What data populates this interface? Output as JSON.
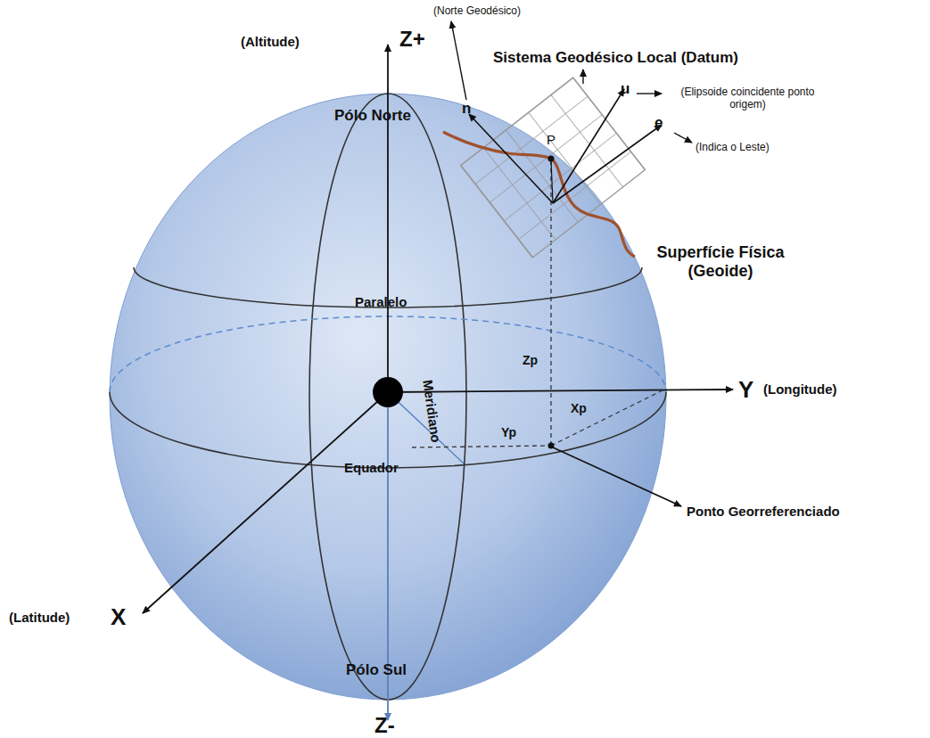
{
  "diagram": {
    "labels": [
      "(Norte Geodésico)",
      "(Altitude)",
      "Z+",
      "Sistema Geodésico Local (Datum)",
      "u",
      "(Elipsoide coincidente ponto origem)",
      "Pólo Norte",
      "n",
      "P",
      "e",
      "(Indica o Leste)",
      "Superfície Física (Geoide)",
      "Paralelo",
      "Meridiano",
      "Zp",
      "Y",
      "(Longitude)",
      "Xp",
      "Yp",
      "Equador",
      "Ponto Georreferenciado",
      "(Latitude)",
      "X",
      "Pólo Sul",
      "Z-"
    ]
  }
}
